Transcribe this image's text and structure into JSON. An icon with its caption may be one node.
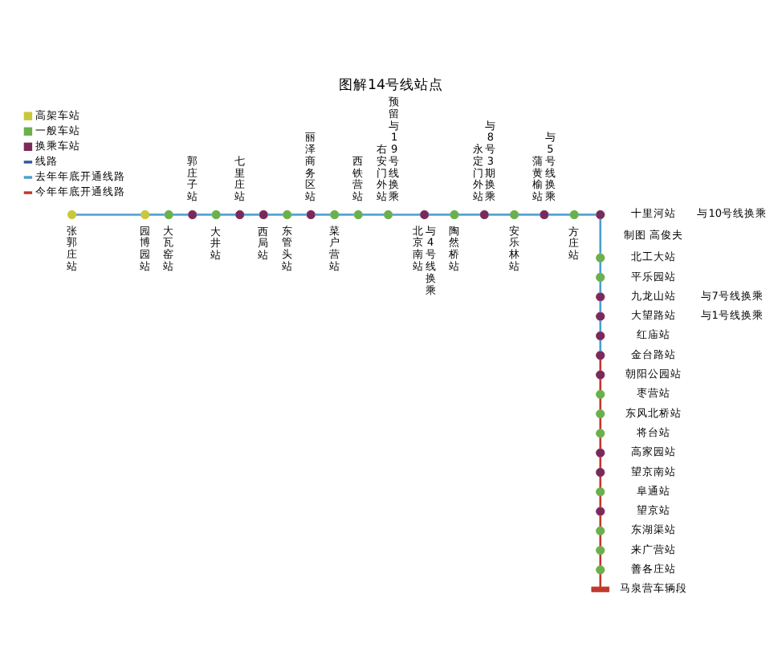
{
  "diagram": {
    "title": "图解14号线站点",
    "nodes": [
      {
        "text": [],
        "shape": "circle",
        "beside": [
          "张郭庄站"
        ]
      },
      {
        "text": [],
        "shape": "circle",
        "beside": [
          "园博园站"
        ]
      },
      {
        "text": [],
        "shape": "circle",
        "beside": [
          "大瓦窑站"
        ]
      },
      {
        "text": [],
        "shape": "circle",
        "beside": [
          "郭庄子站"
        ]
      },
      {
        "text": [],
        "shape": "circle",
        "beside": [
          "大井站"
        ]
      },
      {
        "text": [],
        "shape": "circle",
        "beside": [
          "七里庄站"
        ]
      },
      {
        "text": [],
        "shape": "circle",
        "beside": [
          "西局站"
        ]
      },
      {
        "text": [],
        "shape": "circle",
        "beside": [
          "东管头站"
        ]
      },
      {
        "text": [],
        "shape": "circle",
        "beside": [
          "丽泽商务区站"
        ]
      },
      {
        "text": [],
        "shape": "circle",
        "beside": [
          "菜户营站"
        ]
      },
      {
        "text": [],
        "shape": "circle",
        "beside": [
          "西铁营站"
        ]
      },
      {
        "text": [],
        "shape": "circle",
        "beside": [
          "右安门外站",
          "预留与19号线换乘"
        ]
      },
      {
        "text": [],
        "shape": "circle",
        "beside": [
          "北京南站",
          "与4号线换乘"
        ]
      },
      {
        "text": [],
        "shape": "circle",
        "beside": [
          "陶然桥站"
        ]
      },
      {
        "text": [],
        "shape": "circle",
        "beside": [
          "永定门外站",
          "与8号3期换乘"
        ]
      },
      {
        "text": [],
        "shape": "circle",
        "beside": [
          "安乐林站"
        ]
      },
      {
        "text": [],
        "shape": "circle",
        "beside": [
          "蒲黄榆站",
          "与5号线换乘"
        ]
      },
      {
        "text": [],
        "shape": "circle",
        "beside": [
          "方庄站"
        ]
      },
      {
        "text": [],
        "shape": "circle",
        "beside": [
          "十里河站",
          "与10号线换乘"
        ]
      },
      {
        "text": [],
        "shape": "circle",
        "beside": [
          "北工大站"
        ]
      },
      {
        "text": [],
        "shape": "circle",
        "beside": [
          "平乐园站"
        ]
      },
      {
        "text": [],
        "shape": "circle",
        "beside": [
          "九龙山站",
          "与7号线换乘"
        ]
      },
      {
        "text": [],
        "shape": "circle",
        "beside": [
          "大望路站",
          "与1号线换乘"
        ]
      },
      {
        "text": [],
        "shape": "circle",
        "beside": [
          "红庙站"
        ]
      },
      {
        "text": [],
        "shape": "circle",
        "beside": [
          "金台路站"
        ]
      },
      {
        "text": [],
        "shape": "circle",
        "beside": [
          "朝阳公园站"
        ]
      },
      {
        "text": [],
        "shape": "circle",
        "beside": [
          "枣营站"
        ]
      },
      {
        "text": [],
        "shape": "circle",
        "beside": [
          "东风北桥站"
        ]
      },
      {
        "text": [],
        "shape": "circle",
        "beside": [
          "将台站"
        ]
      },
      {
        "text": [],
        "shape": "circle",
        "beside": [
          "高家园站"
        ]
      },
      {
        "text": [],
        "shape": "circle",
        "beside": [
          "望京南站"
        ]
      },
      {
        "text": [],
        "shape": "circle",
        "beside": [
          "阜通站"
        ]
      },
      {
        "text": [],
        "shape": "circle",
        "beside": [
          "望京站"
        ]
      },
      {
        "text": [],
        "shape": "circle",
        "beside": [
          "东湖渠站"
        ]
      },
      {
        "text": [],
        "shape": "circle",
        "beside": [
          "来广营站"
        ]
      },
      {
        "text": [],
        "shape": "circle",
        "beside": [
          "善各庄站"
        ]
      },
      {
        "text": [],
        "shape": "bar",
        "beside": [
          "马泉营车辆段"
        ]
      }
    ],
    "edges": [
      {
        "from": 0,
        "to": 1,
        "arrow": "none"
      },
      {
        "from": 1,
        "to": 2,
        "arrow": "none"
      },
      {
        "from": 2,
        "to": 3,
        "arrow": "none"
      },
      {
        "from": 3,
        "to": 4,
        "arrow": "none"
      },
      {
        "from": 4,
        "to": 5,
        "arrow": "none"
      },
      {
        "from": 5,
        "to": 6,
        "arrow": "none"
      },
      {
        "from": 6,
        "to": 7,
        "arrow": "none"
      },
      {
        "from": 7,
        "to": 8,
        "arrow": "none"
      },
      {
        "from": 8,
        "to": 9,
        "arrow": "none"
      },
      {
        "from": 9,
        "to": 10,
        "arrow": "none"
      },
      {
        "from": 10,
        "to": 11,
        "arrow": "none"
      },
      {
        "from": 11,
        "to": 12,
        "arrow": "none"
      },
      {
        "from": 12,
        "to": 13,
        "arrow": "none"
      },
      {
        "from": 13,
        "to": 14,
        "arrow": "none"
      },
      {
        "from": 14,
        "to": 15,
        "arrow": "none"
      },
      {
        "from": 15,
        "to": 16,
        "arrow": "none"
      },
      {
        "from": 16,
        "to": 17,
        "arrow": "none"
      },
      {
        "from": 17,
        "to": 18,
        "arrow": "none"
      },
      {
        "from": 18,
        "to": 19,
        "arrow": "none"
      },
      {
        "from": 19,
        "to": 20,
        "arrow": "none"
      },
      {
        "from": 20,
        "to": 21,
        "arrow": "none"
      },
      {
        "from": 21,
        "to": 22,
        "arrow": "none"
      },
      {
        "from": 22,
        "to": 23,
        "arrow": "none"
      },
      {
        "from": 23,
        "to": 24,
        "arrow": "none"
      },
      {
        "from": 24,
        "to": 25,
        "arrow": "none",
        "color": "#c0392b"
      },
      {
        "from": 25,
        "to": 26,
        "arrow": "none",
        "color": "#c0392b"
      },
      {
        "from": 26,
        "to": 27,
        "arrow": "none",
        "color": "#c0392b"
      },
      {
        "from": 27,
        "to": 28,
        "arrow": "none",
        "color": "#c0392b"
      },
      {
        "from": 28,
        "to": 29,
        "arrow": "none",
        "color": "#c0392b"
      },
      {
        "from": 29,
        "to": 30,
        "arrow": "none",
        "color": "#c0392b"
      },
      {
        "from": 30,
        "to": 31,
        "arrow": "none",
        "color": "#c0392b"
      },
      {
        "from": 31,
        "to": 32,
        "arrow": "none",
        "color": "#c0392b"
      },
      {
        "from": 32,
        "to": 33,
        "arrow": "none",
        "color": "#c0392b"
      },
      {
        "from": 33,
        "to": 34,
        "arrow": "none",
        "color": "#c0392b"
      },
      {
        "from": 34,
        "to": 35,
        "arrow": "none",
        "color": "#c0392b"
      },
      {
        "from": 35,
        "to": 36,
        "arrow": "none",
        "color": "#c0392b"
      }
    ],
    "labels": [
      "制图 高俊夫"
    ],
    "legend": [
      {
        "text": "高架车站",
        "color": "#c8c83a"
      },
      {
        "text": "一般车站",
        "color": "#6ab04c"
      },
      {
        "text": "换乘车站",
        "color": "#7a2a5a"
      },
      {
        "text": "线路"
      },
      {
        "text": "去年年底开通线路"
      },
      {
        "text": "今年年底开通线路"
      }
    ]
  }
}
